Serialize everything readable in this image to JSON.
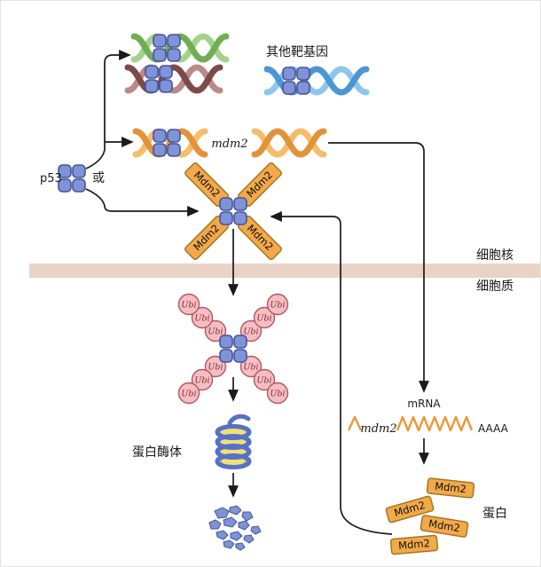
{
  "diagram": {
    "labels": {
      "other_target_genes": "其他靶基因",
      "p53": "p53",
      "or": "或",
      "mdm2_gene": "mdm2",
      "mdm2_protein": "Mdm2",
      "ubiquitin": "Ubi",
      "nucleus": "细胞核",
      "cytoplasm": "细胞质",
      "proteasome": "蛋白酶体",
      "mrna": "mRNA",
      "poly_a": "AAAA",
      "protein": "蛋白"
    },
    "colors": {
      "p53_fill": "#8093d6",
      "p53_stroke": "#44549c",
      "mdm2_fill": "#f2a94a",
      "mdm2_stroke": "#a8751e",
      "ubiquitin_fill": "#f6bec3",
      "ubiquitin_stroke": "#b4565e",
      "membrane": "#e9d3c6",
      "dna_green": "#6fae52",
      "dna_maroon": "#7d4a4a",
      "dna_blue": "#4a97d4",
      "dna_orange": "#e2933a",
      "arrow": "#1a1a1a"
    }
  }
}
